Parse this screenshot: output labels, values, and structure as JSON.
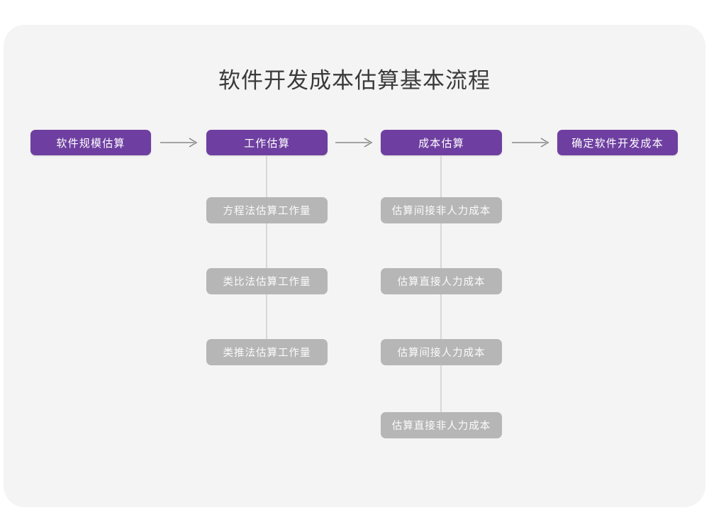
{
  "title": "软件开发成本估算基本流程",
  "flow": {
    "main_steps": [
      {
        "id": "scale",
        "label": "软件规模估算"
      },
      {
        "id": "effort",
        "label": "工作估算"
      },
      {
        "id": "cost",
        "label": "成本估算"
      },
      {
        "id": "final",
        "label": "确定软件开发成本"
      }
    ],
    "arrows": [
      {
        "id": "arrow-1",
        "glyph": "arrow-right-icon"
      },
      {
        "id": "arrow-2",
        "glyph": "arrow-right-icon"
      },
      {
        "id": "arrow-3",
        "glyph": "arrow-right-icon"
      }
    ],
    "effort_methods": [
      {
        "label": "方程法估算工作量"
      },
      {
        "label": "类比法估算工作量"
      },
      {
        "label": "类推法估算工作量"
      }
    ],
    "cost_items": [
      {
        "label": "估算间接非人力成本"
      },
      {
        "label": "估算直接人力成本"
      },
      {
        "label": "估算间接人力成本"
      },
      {
        "label": "估算直接非人力成本"
      }
    ]
  },
  "colors": {
    "primary": "#6e3fa0",
    "secondary": "#b6b6b6",
    "card_background": "#f4f4f5",
    "page_background": "#ffffff",
    "title_text": "#3a3a3a",
    "connector": "#d8d8d8",
    "arrow": "#8a8a8a"
  },
  "chart_data": {
    "type": "diagram",
    "title": "软件开发成本估算基本流程",
    "nodes": [
      {
        "id": "scale",
        "label": "软件规模估算",
        "level": "main",
        "column": 1
      },
      {
        "id": "effort",
        "label": "工作估算",
        "level": "main",
        "column": 2
      },
      {
        "id": "cost",
        "label": "成本估算",
        "level": "main",
        "column": 3
      },
      {
        "id": "final",
        "label": "确定软件开发成本",
        "level": "main",
        "column": 4
      },
      {
        "id": "e1",
        "label": "方程法估算工作量",
        "level": "sub",
        "parent": "effort"
      },
      {
        "id": "e2",
        "label": "类比法估算工作量",
        "level": "sub",
        "parent": "effort"
      },
      {
        "id": "e3",
        "label": "类推法估算工作量",
        "level": "sub",
        "parent": "effort"
      },
      {
        "id": "c1",
        "label": "估算间接非人力成本",
        "level": "sub",
        "parent": "cost"
      },
      {
        "id": "c2",
        "label": "估算直接人力成本",
        "level": "sub",
        "parent": "cost"
      },
      {
        "id": "c3",
        "label": "估算间接人力成本",
        "level": "sub",
        "parent": "cost"
      },
      {
        "id": "c4",
        "label": "估算直接非人力成本",
        "level": "sub",
        "parent": "cost"
      }
    ],
    "edges": [
      {
        "from": "scale",
        "to": "effort",
        "type": "arrow"
      },
      {
        "from": "effort",
        "to": "cost",
        "type": "arrow"
      },
      {
        "from": "cost",
        "to": "final",
        "type": "arrow"
      },
      {
        "from": "effort",
        "to": "e1",
        "type": "line"
      },
      {
        "from": "e1",
        "to": "e2",
        "type": "line"
      },
      {
        "from": "e2",
        "to": "e3",
        "type": "line"
      },
      {
        "from": "cost",
        "to": "c1",
        "type": "line"
      },
      {
        "from": "c1",
        "to": "c2",
        "type": "line"
      },
      {
        "from": "c2",
        "to": "c3",
        "type": "line"
      },
      {
        "from": "c3",
        "to": "c4",
        "type": "line"
      }
    ]
  }
}
